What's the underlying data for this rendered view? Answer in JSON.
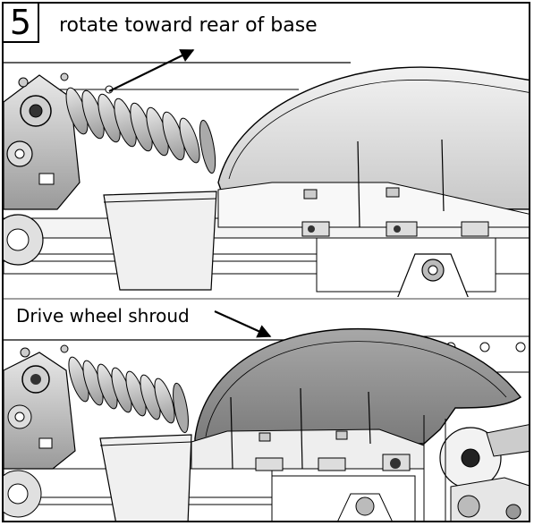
{
  "step": {
    "number": "5"
  },
  "captions": {
    "top": "rotate toward rear of base",
    "bottom": "Drive wheel shroud"
  },
  "colors": {
    "outline": "#000000",
    "shroud_light": "#e6e6e6",
    "shroud_dark": "#8c8c8c",
    "metal": "#bfbfbf"
  }
}
